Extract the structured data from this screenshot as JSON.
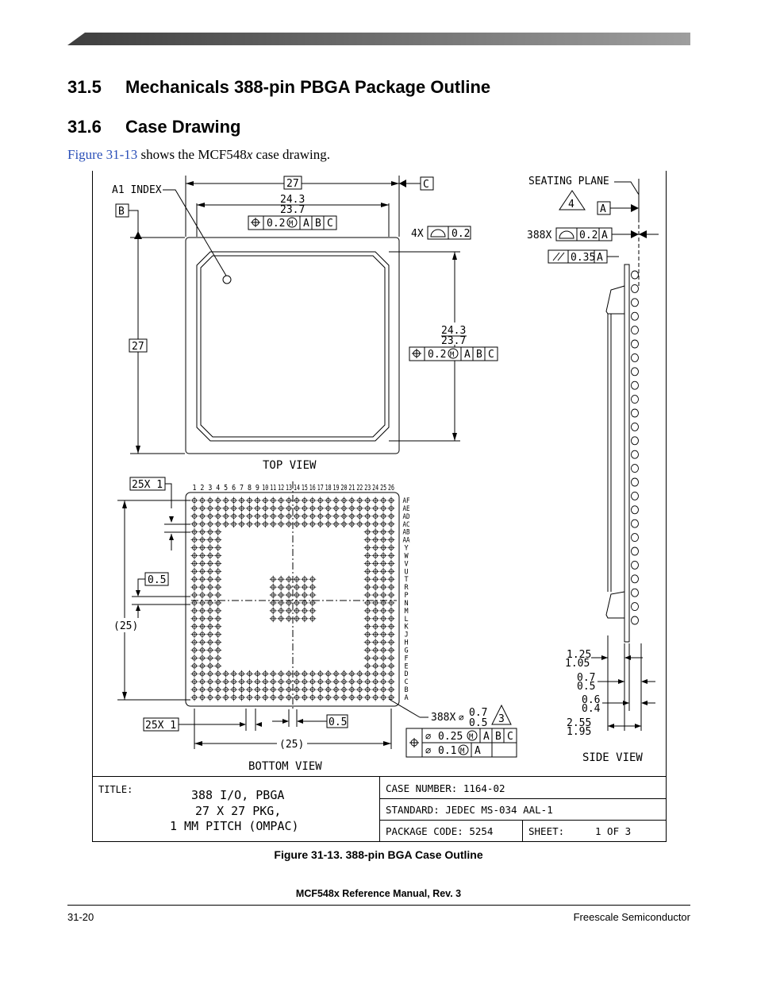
{
  "section_a": {
    "number": "31.5",
    "title": "Mechanicals 388-pin PBGA Package Outline"
  },
  "section_b": {
    "number": "31.6",
    "title": "Case Drawing"
  },
  "intro": {
    "link": "Figure 31-13",
    "before_italic": " shows the MCF548",
    "italic": "x",
    "after_italic": " case drawing."
  },
  "drawing": {
    "labels": {
      "a1_index": "A1 INDEX",
      "datum_b": "B",
      "datum_c": "C",
      "datum_a": "A",
      "dim_27_top": "27",
      "dim_27_left": "27",
      "dim_24_3_top": "24.3",
      "dim_23_7_top": "23.7",
      "dim_24_3_right": "24.3",
      "dim_23_7_right": "23.7",
      "tol_pos": "0.2",
      "tol_a": "A",
      "tol_b": "B",
      "tol_c": "C",
      "four_x": "4X",
      "four_x_val": "0.2",
      "seating_plane": "SEATING PLANE",
      "seating_note": "4",
      "x388": "388X",
      "x388_val": "0.2",
      "parallel_val": "0.35",
      "top_view": "TOP VIEW",
      "bottom_view": "BOTTOM VIEW",
      "side_view": "SIDE VIEW",
      "pitch_25x1": "25X 1",
      "pitch_25x1_b": "25X 1",
      "dim_05_left": "0.5",
      "dim_05_bottom": "0.5",
      "dim_25_left": "(25)",
      "dim_25_bottom": "(25)",
      "ball_count": "388X",
      "ball_max": "0.7",
      "ball_min": "0.5",
      "ball_note": "3",
      "ball_tol1": "0.25",
      "ball_tol2": "0.1",
      "side_dim1_max": "1.25",
      "side_dim1_min": "1.05",
      "side_dim2_max": "0.7",
      "side_dim2_min": "0.5",
      "side_dim3_max": "0.6",
      "side_dim3_min": "0.4",
      "side_dim4_max": "2.55",
      "side_dim4_min": "1.95"
    },
    "columns": [
      "1",
      "2",
      "3",
      "4",
      "5",
      "6",
      "7",
      "8",
      "9",
      "10",
      "11",
      "12",
      "13",
      "14",
      "15",
      "16",
      "17",
      "18",
      "19",
      "20",
      "21",
      "22",
      "23",
      "24",
      "25",
      "26"
    ],
    "rows": [
      "AF",
      "AE",
      "AD",
      "AC",
      "AB",
      "AA",
      "Y",
      "W",
      "V",
      "U",
      "T",
      "R",
      "P",
      "N",
      "M",
      "L",
      "K",
      "J",
      "H",
      "G",
      "F",
      "E",
      "D",
      "C",
      "B",
      "A"
    ],
    "title_block": {
      "title_label": "TITLE:",
      "title_line1": "388 I/O, PBGA",
      "title_line2": "27 X 27 PKG,",
      "title_line3": "1 MM PITCH (OMPAC)",
      "case_number": "CASE NUMBER: 1164-02",
      "standard": "STANDARD: JEDEC MS-034  AAL-1",
      "package_code": "PACKAGE CODE: 5254",
      "sheet_label": "SHEET:",
      "sheet_value": "1 OF 3"
    }
  },
  "caption": "Figure 31-13. 388-pin BGA Case Outline",
  "footer": {
    "title": "MCF548x Reference Manual, Rev. 3",
    "page": "31-20",
    "company": "Freescale Semiconductor"
  },
  "colors": {
    "link": "#2a4fb8",
    "bar_dark": "#4a4a4a",
    "bar_light": "#9a9a9a"
  }
}
